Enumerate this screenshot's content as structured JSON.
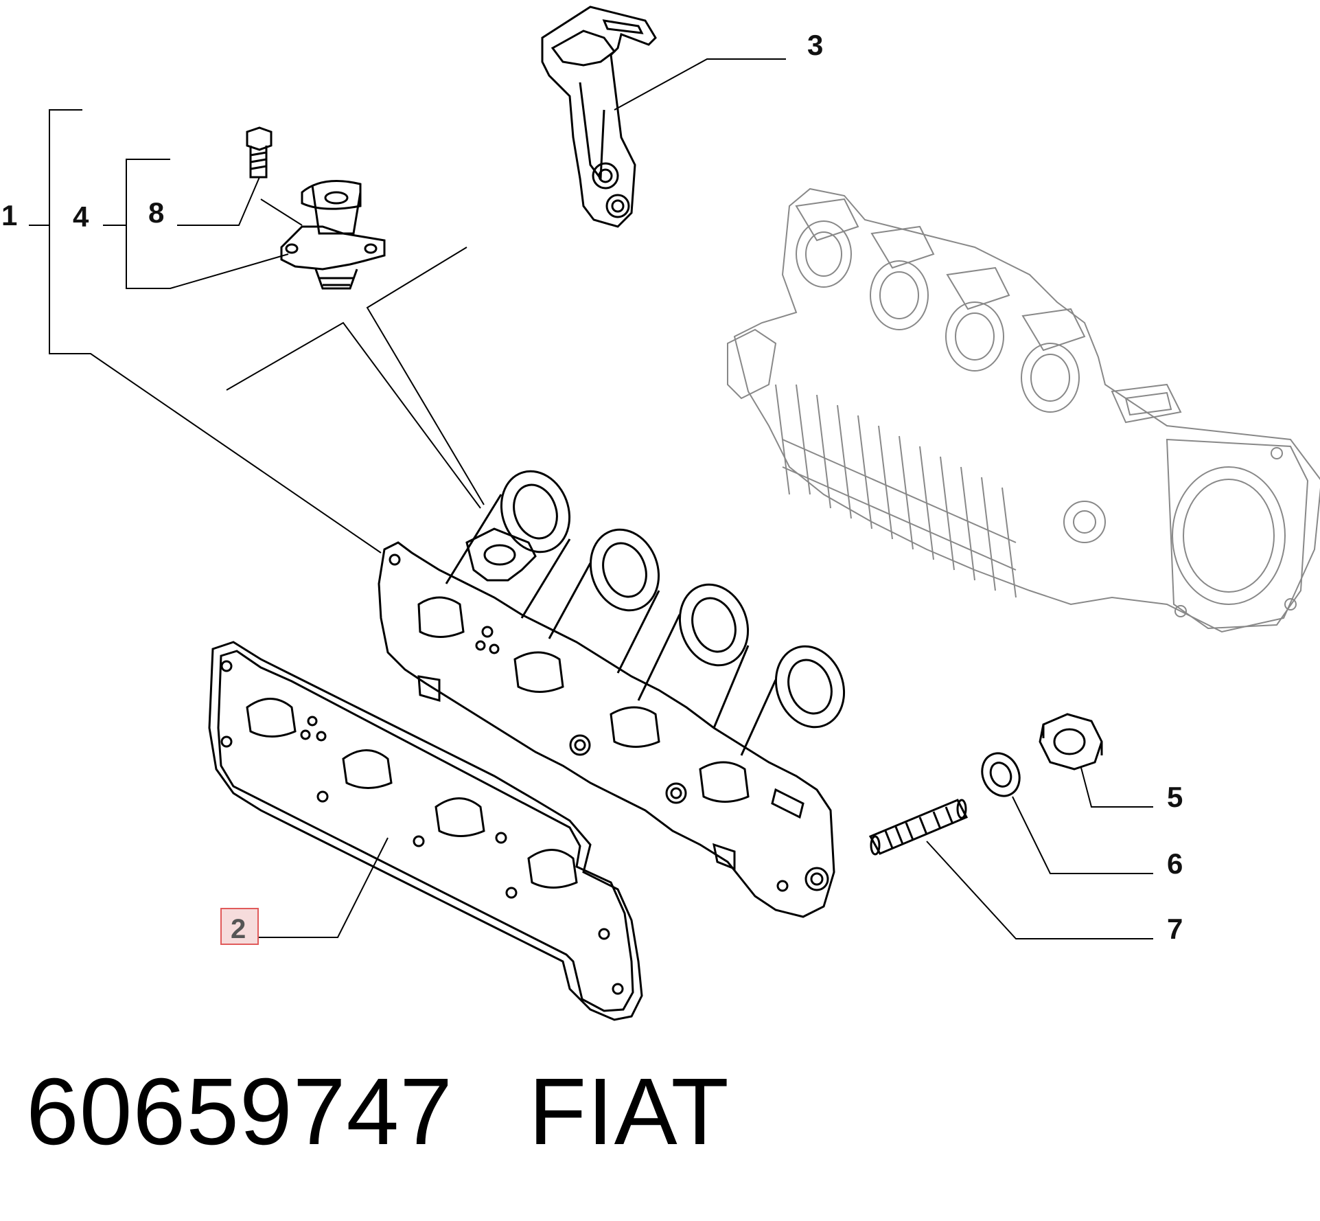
{
  "callouts": {
    "c1": "1",
    "c2": "2",
    "c3": "3",
    "c4": "4",
    "c5": "5",
    "c6": "6",
    "c7": "7",
    "c8": "8"
  },
  "highlighted_callout": "2",
  "colors": {
    "ink": "#000000",
    "light_ink": "#888888",
    "highlight_fill": "#f6dcdc",
    "highlight_border": "#e05a5a"
  },
  "footer": {
    "part_number": "60659747",
    "brand": "FIAT"
  }
}
